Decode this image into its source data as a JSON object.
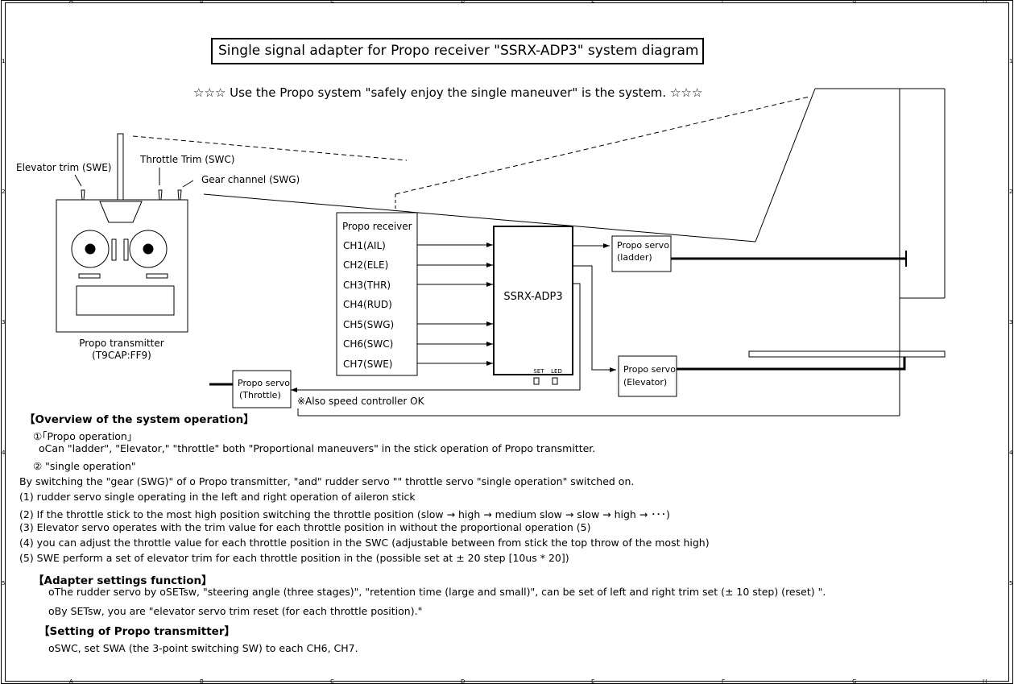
{
  "title": "Single signal adapter for Propo receiver \"SSRX-ADP3\" system diagram",
  "subtitle": "☆☆☆ Use the Propo system \"safely enjoy the single maneuver\" is the system. ☆☆☆",
  "frame": {
    "top_letters": [
      "A",
      "B",
      "C",
      "D",
      "E",
      "F",
      "G",
      "H"
    ],
    "side_numbers": [
      "1",
      "2",
      "3",
      "4",
      "5"
    ]
  },
  "transmitter": {
    "label_elevator_trim": "Elevator trim (SWE)",
    "label_throttle_trim": "Throttle Trim (SWC)",
    "label_gear": "Gear channel (SWG)",
    "caption_line1": "Propo transmitter",
    "caption_line2": "(T9CAP:FF9)"
  },
  "receiver": {
    "title": "Propo receiver",
    "channels": [
      "CH1(AIL)",
      "CH2(ELE)",
      "CH3(THR)",
      "CH4(RUD)",
      "CH5(SWG)",
      "CH6(SWC)",
      "CH7(SWE)"
    ]
  },
  "adapter": {
    "name": "SSRX-ADP3",
    "set_label": "SET",
    "led_label": "LED"
  },
  "servos": {
    "ladder_line1": "Propo servo",
    "ladder_line2": "(ladder)",
    "elevator_line1": "Propo servo",
    "elevator_line2": "(Elevator)",
    "throttle_line1": "Propo servo",
    "throttle_line2": "(Throttle)",
    "speed_note": "※Also speed controller OK"
  },
  "overview": {
    "heading": "【Overview of the system operation】",
    "propo_op_title": "①｢Propo operation｣",
    "propo_op_text": "oCan \"ladder\", \"Elevator,\" \"throttle\" both \"Proportional maneuvers\" in the stick operation of Propo transmitter.",
    "single_op_title": "② \"single operation\"",
    "lines": [
      "By switching the \"gear (SWG)\" of o Propo transmitter, \"and\" rudder servo \"\" throttle servo \"single operation\" switched on.",
      "(1) rudder servo single operating in the left and right operation of aileron stick",
      "(2) If the throttle stick to the most high position switching the throttle position (slow → high → medium slow → slow → high → ･･･)",
      "(3) Elevator servo operates with the trim value for each throttle position in without the proportional operation (5)",
      "(4) you can adjust the throttle value for each throttle position in the SWC (adjustable between from stick the top throw of the most high)",
      "(5) SWE perform a set of elevator trim for each throttle position in the (possible set at ± 20 step [10us * 20])"
    ]
  },
  "adapter_settings": {
    "heading": "【Adapter settings function】",
    "line1": "oThe rudder servo by oSETsw, \"steering angle (three stages)\", \"retention time (large and small)\", can be set of left and right trim set (± 10 step) (reset) \".",
    "line2": "oBy SETsw, you are \"elevator servo trim reset (for each throttle position).\""
  },
  "transmitter_setting": {
    "heading": "【Setting of Propo transmitter】",
    "line1": "oSWC, set SWA (the 3-point switching SW) to each CH6, CH7."
  }
}
